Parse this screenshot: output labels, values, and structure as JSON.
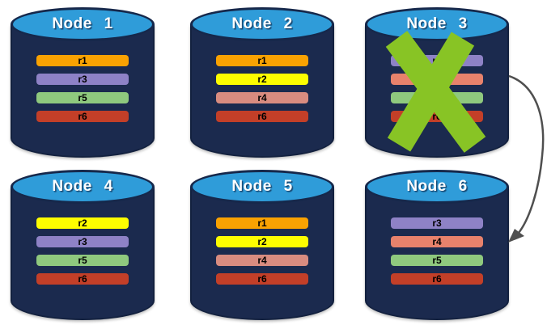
{
  "colors": {
    "background": "#FFFFFF",
    "cylinder_body": "#1B2A4E",
    "cylinder_top": "#2F9CD9",
    "failure_x": "#88C425",
    "arrow": "#4F4F4F",
    "row_text": "#000000",
    "title_text": "#FFFFFF"
  },
  "nodes": [
    {
      "label": "Node 1",
      "rows": [
        {
          "label": "r1",
          "color": "#F9A202"
        },
        {
          "label": "r3",
          "color": "#8E82C6"
        },
        {
          "label": "r5",
          "color": "#8FC97E"
        },
        {
          "label": "r6",
          "color": "#C33F28"
        }
      ]
    },
    {
      "label": "Node 2",
      "rows": [
        {
          "label": "r1",
          "color": "#F9A202"
        },
        {
          "label": "r2",
          "color": "#FDFD00"
        },
        {
          "label": "r4",
          "color": "#D98C80"
        },
        {
          "label": "r6",
          "color": "#C33F28"
        }
      ]
    },
    {
      "label": "Node 3",
      "rows": [
        {
          "label": "r3",
          "color": "#8E82C6"
        },
        {
          "label": "r4",
          "color": "#E8826C"
        },
        {
          "label": "r5",
          "color": "#8FC97E"
        },
        {
          "label": "r6",
          "color": "#C33F28"
        }
      ]
    },
    {
      "label": "Node 4",
      "rows": [
        {
          "label": "r2",
          "color": "#FDFD00"
        },
        {
          "label": "r3",
          "color": "#8E82C6"
        },
        {
          "label": "r5",
          "color": "#8FC97E"
        },
        {
          "label": "r6",
          "color": "#C33F28"
        }
      ]
    },
    {
      "label": "Node 5",
      "rows": [
        {
          "label": "r1",
          "color": "#F9A202"
        },
        {
          "label": "r2",
          "color": "#FDFD00"
        },
        {
          "label": "r4",
          "color": "#D98C80"
        },
        {
          "label": "r6",
          "color": "#C33F28"
        }
      ]
    },
    {
      "label": "Node 6",
      "rows": [
        {
          "label": "r3",
          "color": "#8E82C6"
        },
        {
          "label": "r4",
          "color": "#E8826C"
        },
        {
          "label": "r5",
          "color": "#8FC97E"
        },
        {
          "label": "r6",
          "color": "#C33F28"
        }
      ]
    }
  ]
}
